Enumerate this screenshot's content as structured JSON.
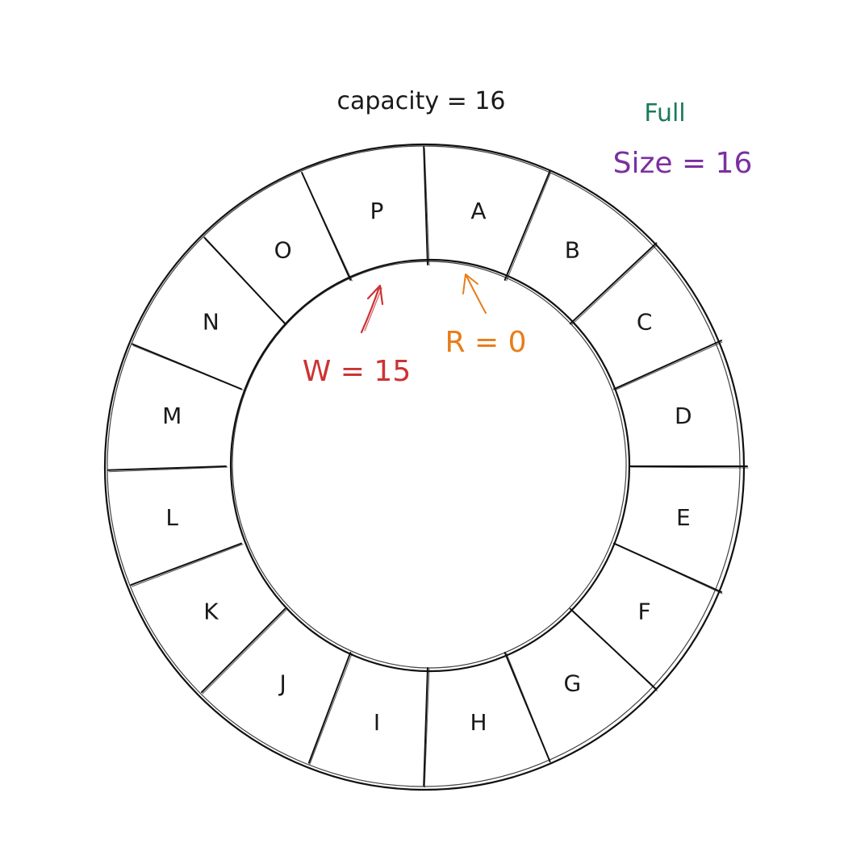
{
  "diagram": {
    "capacity_label": "capacity = 16",
    "state_label": "Full",
    "size_label": "Size = 16",
    "write_pointer_label": "W = 15",
    "read_pointer_label": "R = 0",
    "slots": [
      "A",
      "B",
      "C",
      "D",
      "E",
      "F",
      "G",
      "H",
      "I",
      "J",
      "K",
      "L",
      "M",
      "N",
      "O",
      "P"
    ],
    "colors": {
      "ink": "#111111",
      "state": "#1a7a5a",
      "size": "#7b2fa0",
      "write_pointer": "#cc3333",
      "read_pointer": "#e87d1a"
    }
  }
}
